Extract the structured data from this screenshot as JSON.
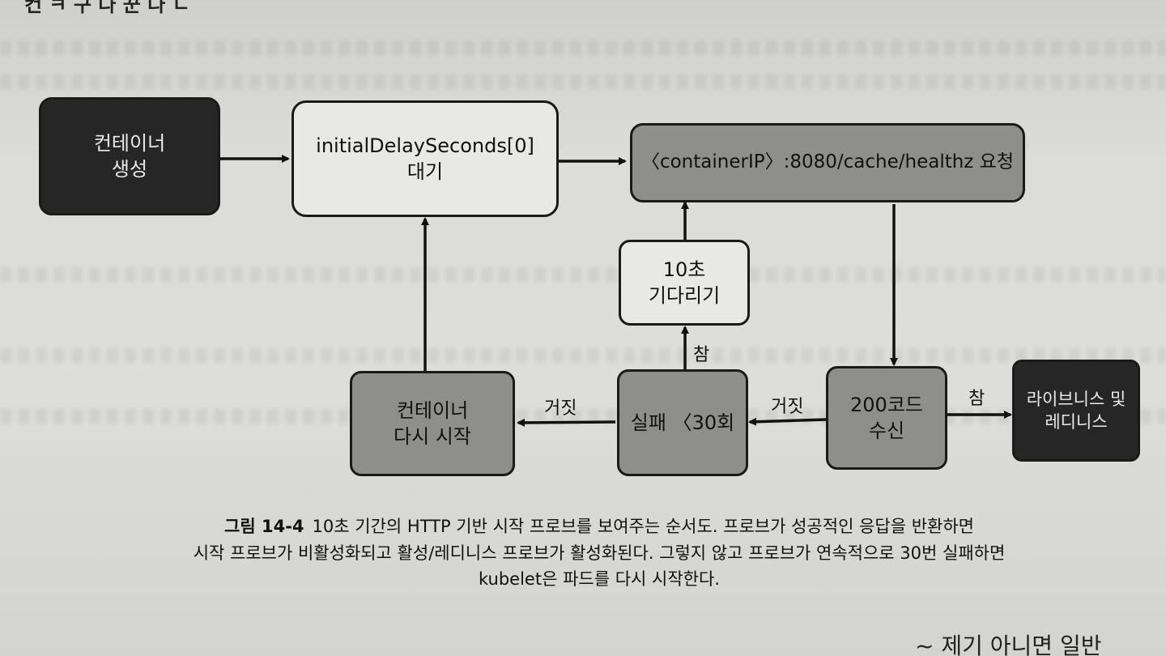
{
  "diagram": {
    "nodes": {
      "create_container": [
        "컨테이너",
        "생성"
      ],
      "initial_delay": [
        "initialDelaySeconds[0]",
        "대기"
      ],
      "request": [
        "〈containerIP〉:8080/cache/healthz 요청"
      ],
      "wait10": [
        "10초",
        "기다리기"
      ],
      "restart_container": [
        "컨테이너",
        "다시 시작"
      ],
      "fail_check": [
        "실패 〈30회"
      ],
      "code200": [
        "200코드",
        "수신"
      ],
      "liveness_readiness": [
        "라이브니스 및",
        "레디니스"
      ]
    },
    "edge_labels": {
      "fail_to_wait": "참",
      "fail_to_restart": "거짓",
      "code200_to_fail": "거짓",
      "code200_to_liveness": "참"
    }
  },
  "caption": {
    "figure_label": "그림 14-4",
    "line1": "10초 기간의 HTTP 기반 시작 프로브를 보여주는 순서도. 프로브가 성공적인 응답을 반환하면",
    "line2": "시작 프로브가 비활성화되고 활성/레디니스 프로브가 활성화된다. 그렇지 않고 프로브가 연속적으로 30번 실패하면",
    "line3": "kubelet은 파드를 다시 시작한다."
  },
  "page_fragments": {
    "top": "컨 ㅋ 구 다 꾼 다 ㄴ",
    "bottom": "~ 제기 아니면 일반"
  }
}
